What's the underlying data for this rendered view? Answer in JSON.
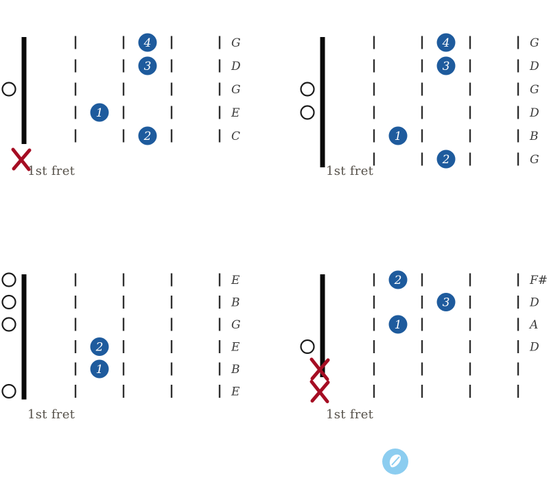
{
  "colors": {
    "finger_dot": "#1e5b9d",
    "finger_number": "#ffffff",
    "muted_x": "#a50d23",
    "nut": "#0a0a0a",
    "fret_line": "#2f2f2f",
    "open_marker": "#1b1b1b",
    "note_label": "#3b3b3b",
    "fret_label": "#56514a",
    "badge_bg": "#8ccdf0",
    "badge_glyph": "#ffffff"
  },
  "diagrams": [
    {
      "fret_label": "1st fret",
      "strings": [
        {
          "note": "G",
          "state": "fretted",
          "fret": 3,
          "finger": 4
        },
        {
          "note": "D",
          "state": "fretted",
          "fret": 3,
          "finger": 3
        },
        {
          "note": "G",
          "state": "open"
        },
        {
          "note": "E",
          "state": "fretted",
          "fret": 2,
          "finger": 1
        },
        {
          "note": "C",
          "state": "fretted",
          "fret": 3,
          "finger": 2
        },
        {
          "note": "",
          "state": "muted"
        }
      ]
    },
    {
      "fret_label": "1st fret",
      "strings": [
        {
          "note": "G",
          "state": "fretted",
          "fret": 3,
          "finger": 4
        },
        {
          "note": "D",
          "state": "fretted",
          "fret": 3,
          "finger": 3
        },
        {
          "note": "G",
          "state": "open"
        },
        {
          "note": "D",
          "state": "open"
        },
        {
          "note": "B",
          "state": "fretted",
          "fret": 2,
          "finger": 1
        },
        {
          "note": "G",
          "state": "fretted",
          "fret": 3,
          "finger": 2
        }
      ]
    },
    {
      "fret_label": "1st fret",
      "strings": [
        {
          "note": "E",
          "state": "open"
        },
        {
          "note": "B",
          "state": "open"
        },
        {
          "note": "G",
          "state": "open"
        },
        {
          "note": "E",
          "state": "fretted",
          "fret": 2,
          "finger": 2
        },
        {
          "note": "B",
          "state": "fretted",
          "fret": 2,
          "finger": 1
        },
        {
          "note": "E",
          "state": "open"
        }
      ]
    },
    {
      "fret_label": "1st fret",
      "strings": [
        {
          "note": "F#",
          "state": "fretted",
          "fret": 2,
          "finger": 2
        },
        {
          "note": "D",
          "state": "fretted",
          "fret": 3,
          "finger": 3
        },
        {
          "note": "A",
          "state": "fretted",
          "fret": 2,
          "finger": 1
        },
        {
          "note": "D",
          "state": "open"
        },
        {
          "note": "",
          "state": "muted"
        },
        {
          "note": "",
          "state": "muted"
        }
      ]
    }
  ],
  "badge": {
    "icon": "guitar-pick"
  }
}
